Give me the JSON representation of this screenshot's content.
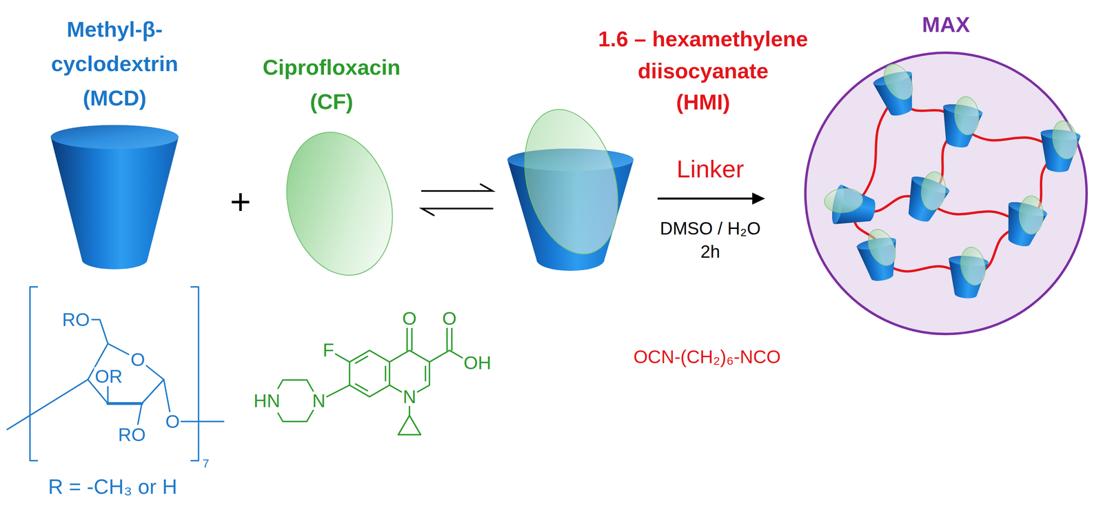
{
  "diagram": {
    "nodes": [
      {
        "text": [
          "Methyl-β-cyclodextrin (MCD)"
        ]
      },
      {
        "text": [
          "Ciprofloxacin (CF)"
        ]
      },
      {
        "text": [
          "MAX"
        ]
      }
    ],
    "labels": [
      "+",
      "Linker",
      "DMSO / H₂O",
      "2h",
      "1.6 – hexamethylene diisocyanate",
      "(HMI)",
      "OCN-(CH₂)₆-NCO",
      "R = -CH₃ or H",
      "RO",
      "O",
      "OR",
      "RO",
      "O",
      "7",
      "F",
      "O",
      "O",
      "OH",
      "N",
      "HN",
      "N"
    ]
  }
}
